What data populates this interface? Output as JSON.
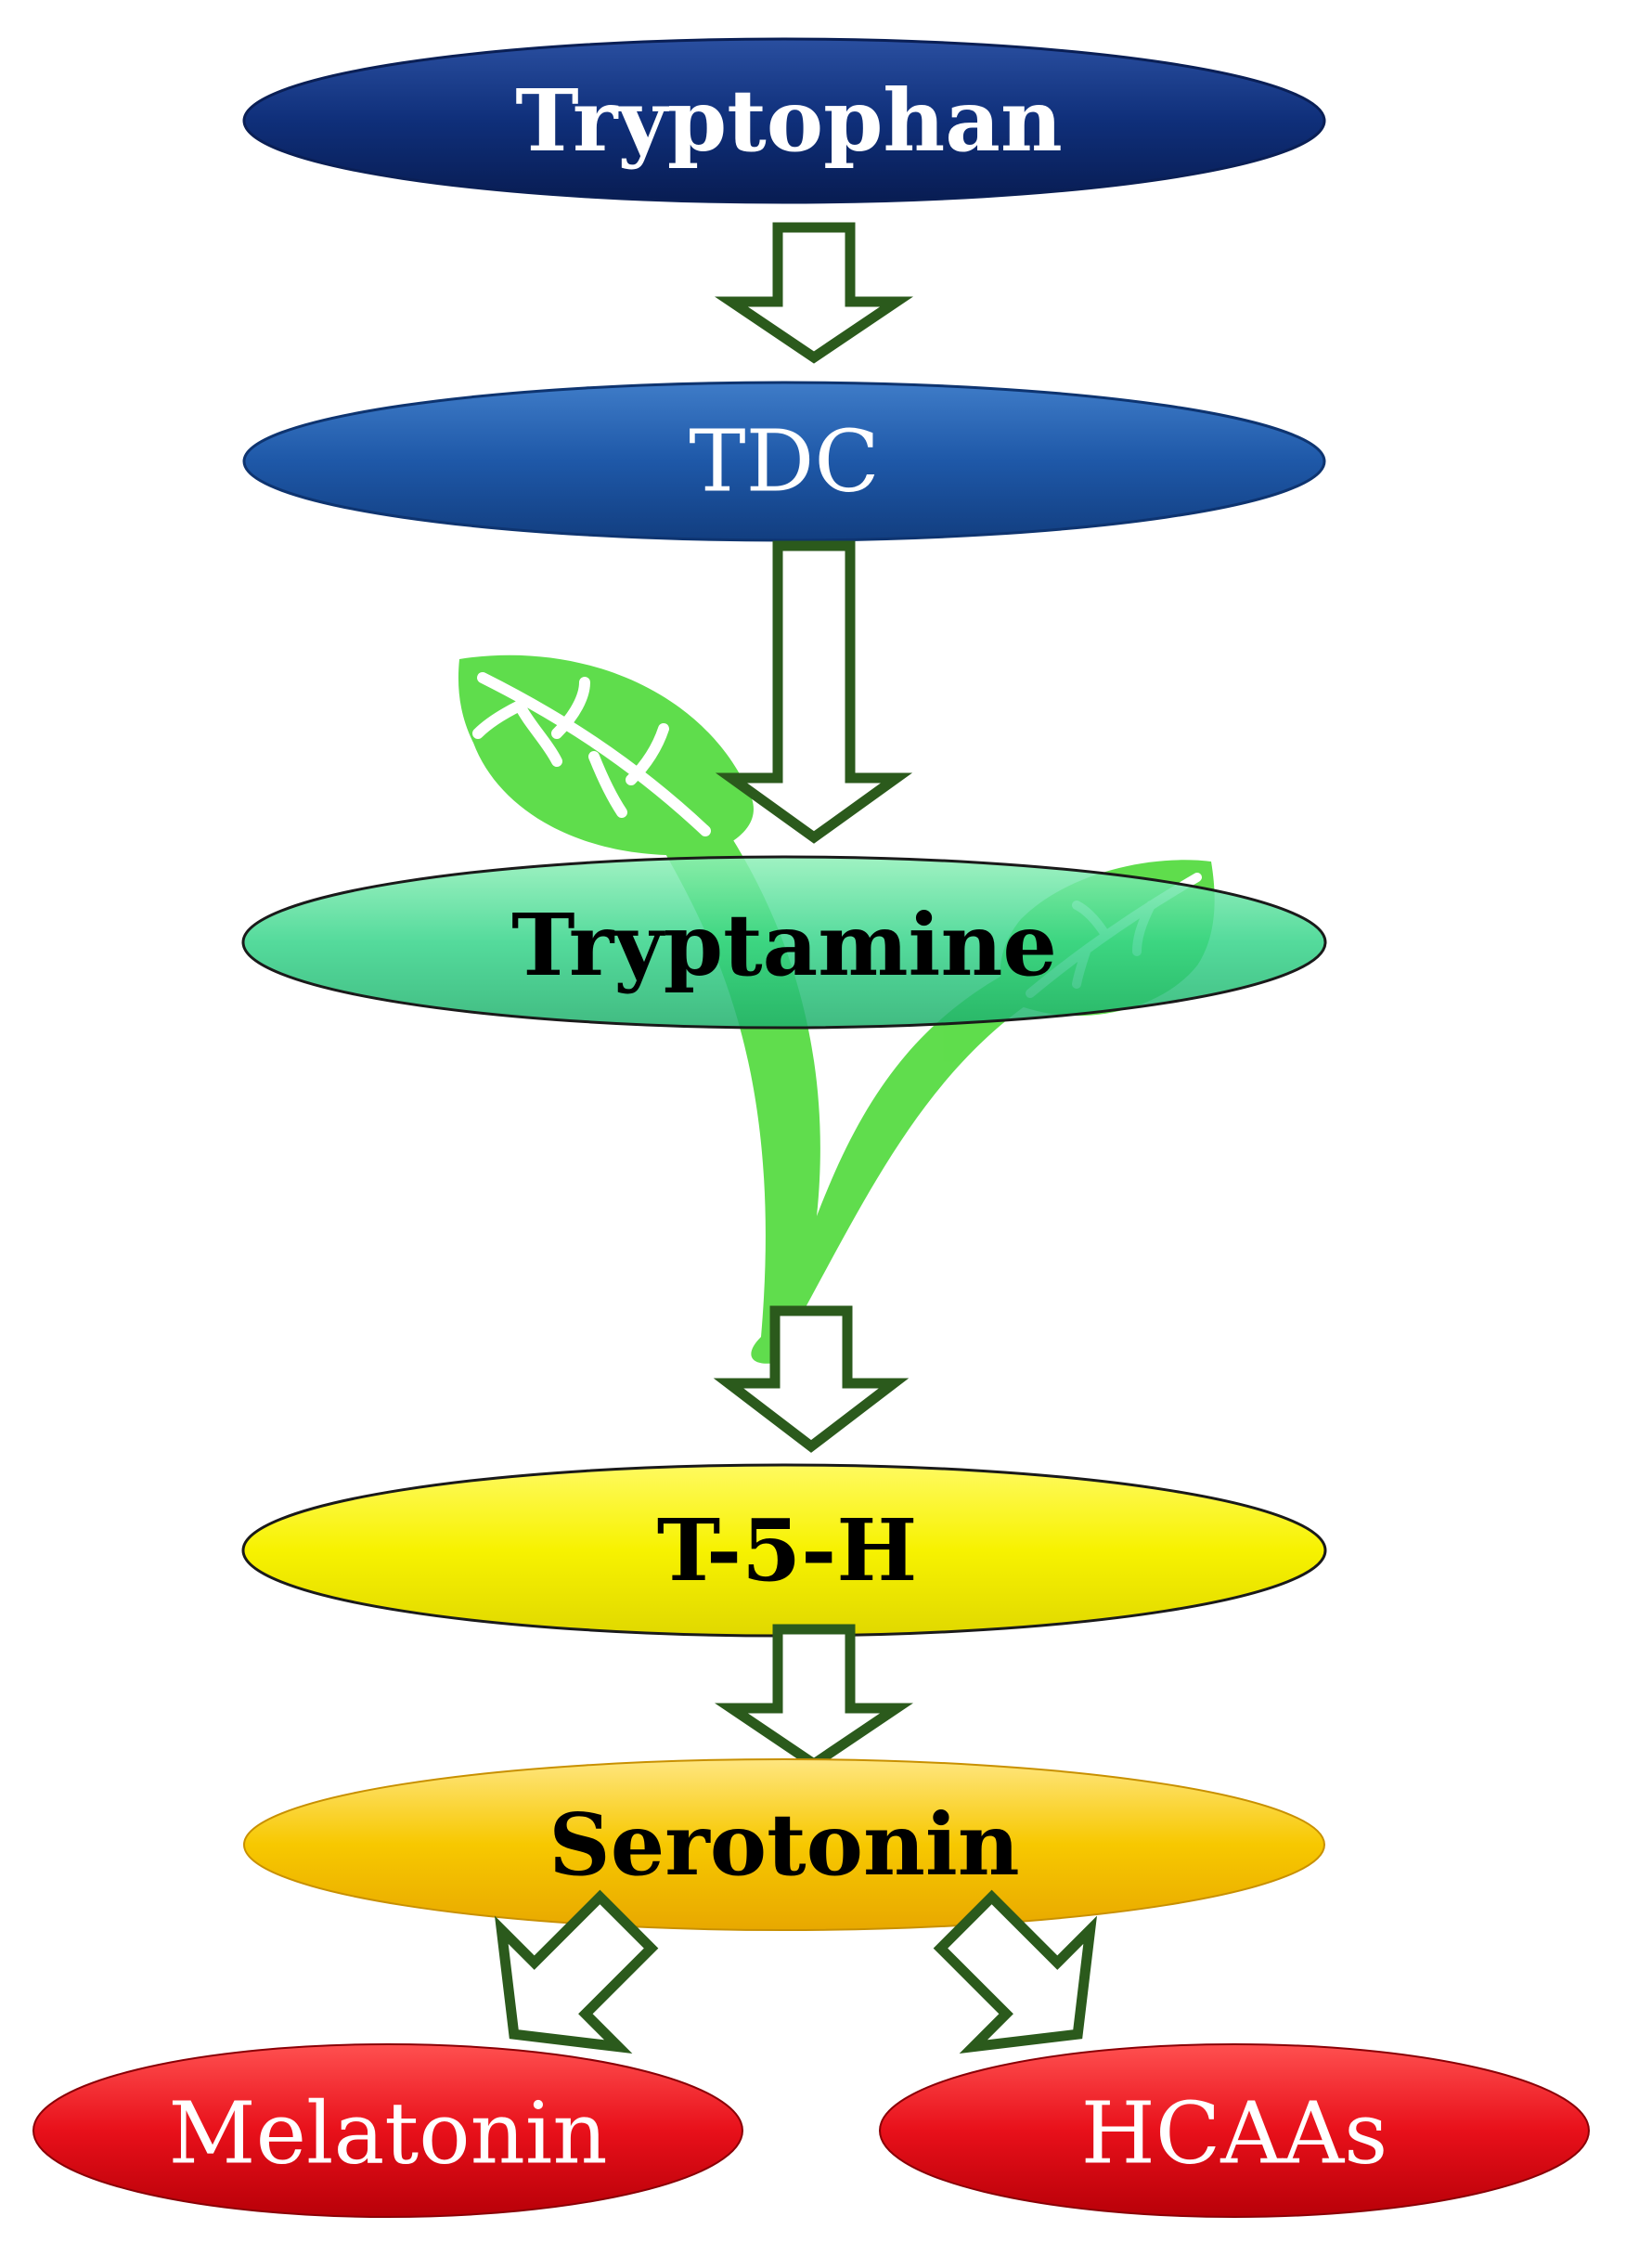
{
  "nodes": {
    "tryptophan": {
      "label": "Tryptophan",
      "color": "#0f2f7a"
    },
    "tdc": {
      "label": "TDC",
      "color": "#1e58a8"
    },
    "tryptamine": {
      "label": "Tryptamine",
      "color": "#36d48a"
    },
    "t5h": {
      "label": "T-5-H",
      "color": "#f7f200"
    },
    "serotonin": {
      "label": "Serotonin",
      "color": "#f7c800"
    },
    "melatonin": {
      "label": "Melatonin",
      "color": "#e8101a"
    },
    "hcaas": {
      "label": "HCAAs",
      "color": "#e8101a"
    }
  },
  "arrow_color": "#2b5a1c",
  "plant_color": "#3dd626",
  "plant_icon": "plant-sprout-icon"
}
